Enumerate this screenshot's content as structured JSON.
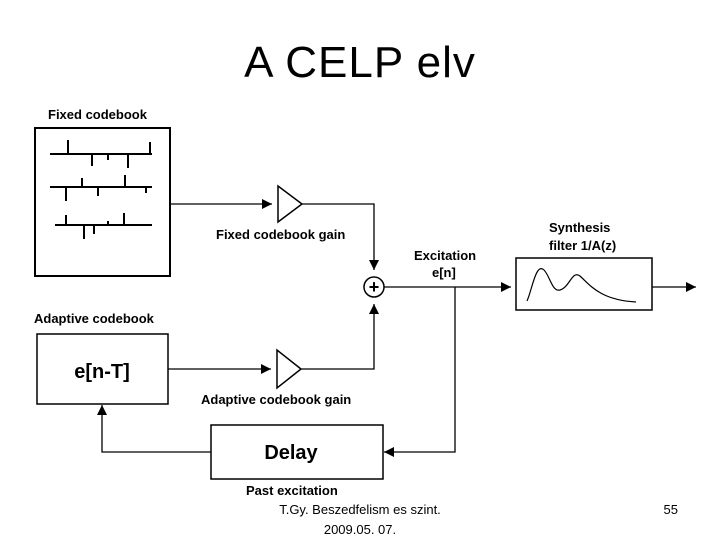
{
  "slide": {
    "title": "A CELP elv",
    "page_number": "55"
  },
  "footer": {
    "line1": "T.Gy. Beszedfelism es szint.",
    "line2": "2009.05. 07."
  },
  "diagram": {
    "fixed_codebook_label": "Fixed codebook",
    "fixed_codebook_gain_label": "Fixed codebook gain",
    "adaptive_codebook_label": "Adaptive codebook",
    "adaptive_codebook_content": "e[n-T]",
    "adaptive_codebook_gain_label": "Adaptive codebook gain",
    "excitation_label_line1": "Excitation",
    "excitation_label_line2": "e[n]",
    "synthesis_label_line1": "Synthesis",
    "synthesis_label_line2": "filter 1/A(z)",
    "delay_label": "Delay",
    "past_excitation_label": "Past excitation",
    "adder_symbol": "+"
  },
  "colors": {
    "foreground": "#000000",
    "background": "#ffffff"
  }
}
